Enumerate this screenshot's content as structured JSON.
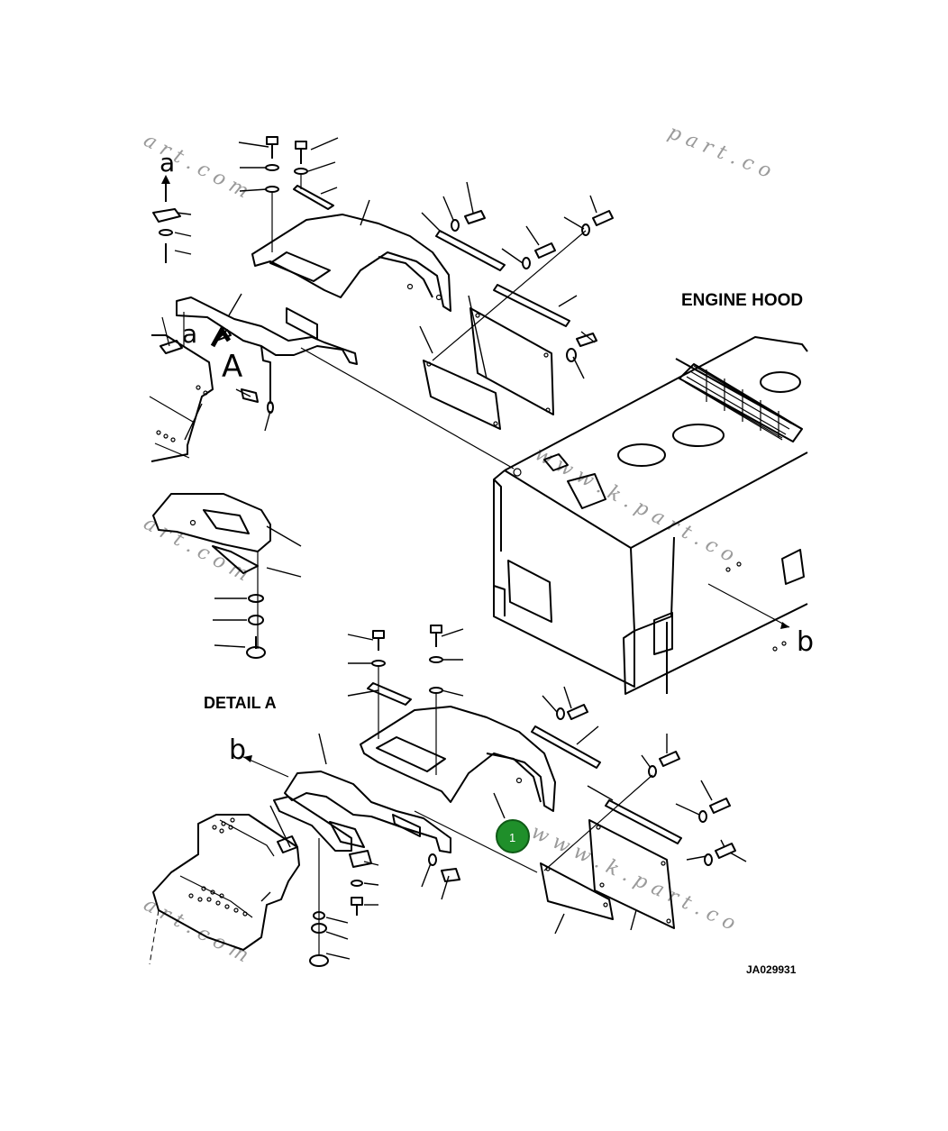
{
  "labels": {
    "engine_hood": "ENGINE HOOD",
    "detail_a": "DETAIL A",
    "drawing_number": "JA029931",
    "ref_a_upper": "a",
    "ref_a_mid": "a",
    "ref_A": "A",
    "ref_b_right": "b",
    "ref_b_left": "b"
  },
  "callout": {
    "number": "1",
    "color": "#1f8f2a"
  },
  "watermarks": {
    "w1": "a r t . c o m",
    "w2": "p a r t . c o",
    "w3": "w w w . k . p a r t . c o",
    "w4": "a r t . c o m",
    "w5": "w w w . k . p a r t . c o",
    "w6": "a r t . c o m"
  },
  "colors": {
    "line": "#000000",
    "watermark": "#9a9a9a",
    "background": "#ffffff"
  }
}
